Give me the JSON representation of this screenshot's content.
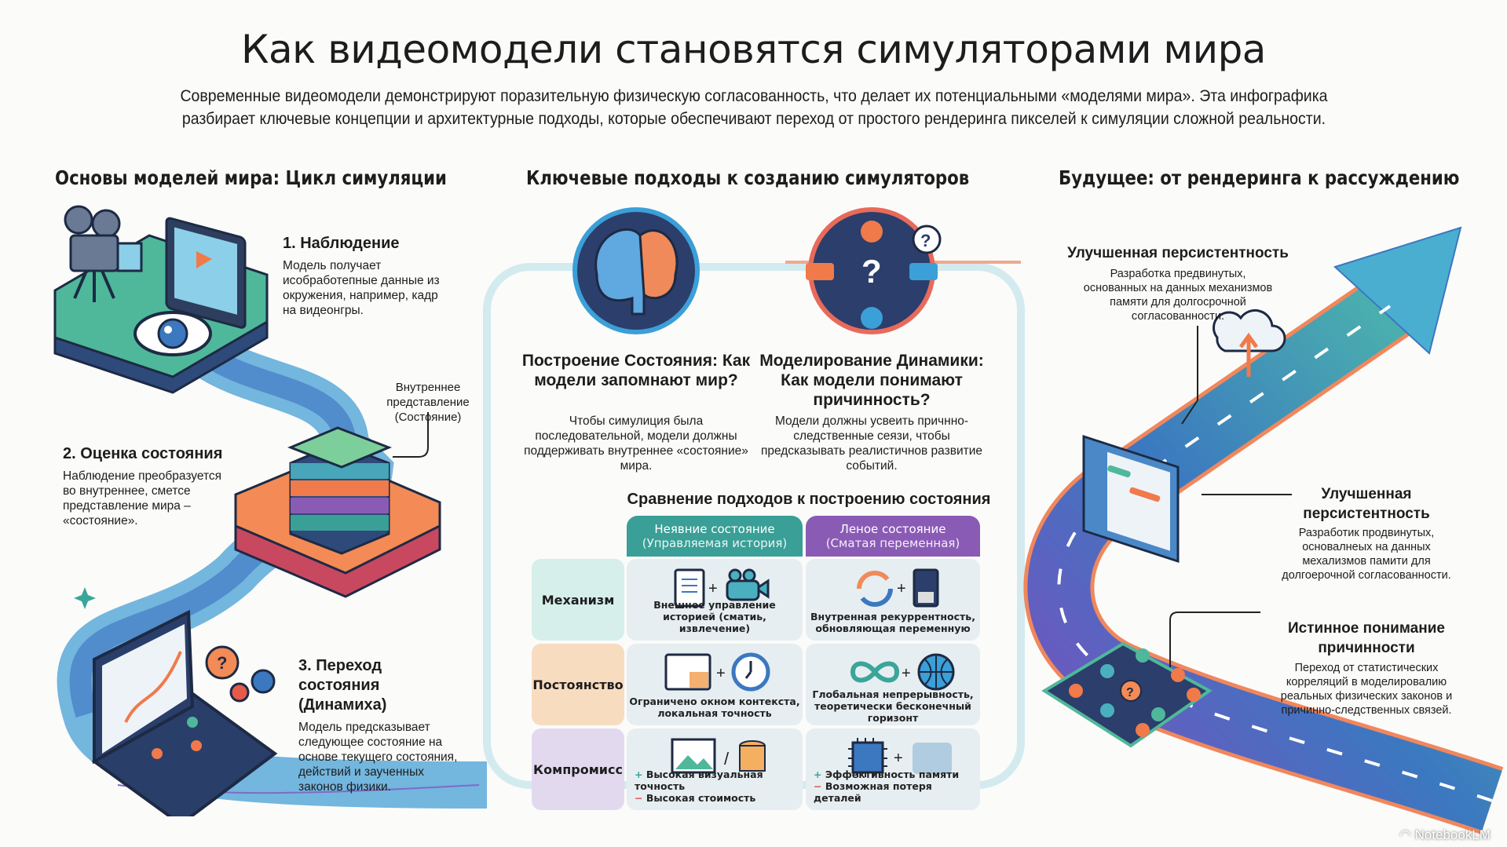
{
  "title": "Как видеомодели становятся симуляторами мира",
  "subtitle": [
    "Современные видеомодели демонстрируют поразительную физическую согласованность, что делает их потенциальными «моделями мира». Эта инфографика",
    "разбирает ключевые концепции и архитектурные подходы, которые обеспечивают переход от простого рендеринга пикселей к симуляции сложной реальности."
  ],
  "left": {
    "heading": "Основы моделей мира: Цикл симуляции",
    "step1": {
      "title": "1. Наблюдение",
      "body": "Модель получает исобработепные данные из окружения, например, кадр на видеонгры."
    },
    "state_label": "Внутреннее представление (Состояние)",
    "step2": {
      "title": "2. Оценка состояния",
      "body": "Наблюдение преобразуется во внутреннее, сметсе представление мира – «состояние»."
    },
    "step3": {
      "title": "3. Переход состояния (Динамиха)",
      "body": "Модель предсказывает следующее состояние на основе текущего состояния, действий и заученных законов физики."
    }
  },
  "center": {
    "heading": "Ключевые подходы к созданию симуляторов",
    "state": {
      "title": "Построение Состояния: Как модели запомнают мир?",
      "body": "Чтобы симулиция была последовательной, модели должны поддерживать внутреннее «состояние» мира."
    },
    "dynamics": {
      "title": "Моделирование Динамики: Как модели понимают причинность?",
      "body": "Модели должны усвеить причнно-следственные сеязи, чтобы предсказывать реалистичнов развитие событий."
    },
    "table": {
      "title": "Сравнение подходов к построению состояния",
      "columns": [
        {
          "name": "Неявние состояние",
          "sub": "(Управляемая история)",
          "color": "#3a9f96"
        },
        {
          "name": "Леное состояние",
          "sub": "(Сматая переменная)",
          "color": "#8a5bb5"
        }
      ],
      "rows": [
        {
          "label": "Механизм",
          "color": "#d6efea",
          "cells": [
            "Внешнее управление историей (сматиь, извлечение)",
            "Внутренная рекуррентность, обновляющая переменную"
          ]
        },
        {
          "label": "Постоянство",
          "color": "#f8dcc0",
          "cells": [
            "Ограничено окном контекста, локальная точность",
            "Глобальная непрерывность, теоретически бесконечный горизонт"
          ]
        },
        {
          "label": "Компромисс",
          "color": "#e3d9ef",
          "cells": [
            {
              "plus": "Высокая визуальная точность",
              "minus": "Высокая стоимость"
            },
            {
              "plus": "Эффективность памяти",
              "minus": "Возможная потеря деталей"
            }
          ]
        }
      ]
    }
  },
  "right": {
    "heading": "Будущее: от рендеринга к рассуждению",
    "items": [
      {
        "title": "Улучшенная персистентность",
        "body": "Разработка предвинутых, основанных на данных механизмов памяти для долгосрочной согласованности."
      },
      {
        "title": "Улучшенная персистентность",
        "body": "Разработик продвинутых, основалнеых на данных мехализмов памити для долгоерочной согласованности."
      },
      {
        "title": "Истинное понимание причинности",
        "body": "Переход от статистических корреляций в моделировалию реальных физических законов и причинно-следственных связей."
      }
    ]
  },
  "watermark": "NotebookLM",
  "colors": {
    "teal": "#3a9f96",
    "purple": "#8a5bb5",
    "orange": "#f07a4a",
    "blue": "#3b78c0",
    "navy": "#2c3e6b"
  }
}
